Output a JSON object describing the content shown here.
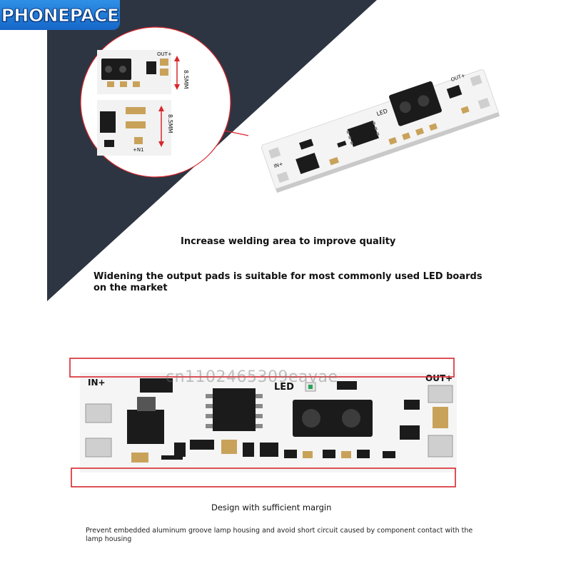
{
  "brand": {
    "name": "PHONEPACE"
  },
  "top_section": {
    "zoom_labels": {
      "measure_top": "8.5MM",
      "measure_bottom": "8.5MM",
      "out": "OUT+",
      "in": "+N1"
    },
    "board_labels": {
      "in": "IN+",
      "out": "OUT+",
      "led": "LED"
    },
    "heading": "Increase welding area to improve quality",
    "description": "Widening the output pads is suitable for most commonly used LED boards on the market"
  },
  "bottom_section": {
    "board_labels": {
      "in": "IN+",
      "out": "OUT+",
      "led": "LED"
    },
    "watermark": "cn1102465309eavae",
    "heading": "Design with sufficient margin",
    "description": "Prevent embedded aluminum groove lamp housing and avoid short circuit caused by component contact with the lamp housing"
  },
  "colors": {
    "dark_wedge": "#2e3542",
    "highlight_red": "#d9262c",
    "pcb_white": "#f4f4f4",
    "chip_black": "#1b1b1b",
    "brand_blue": "#1f7ad8"
  }
}
